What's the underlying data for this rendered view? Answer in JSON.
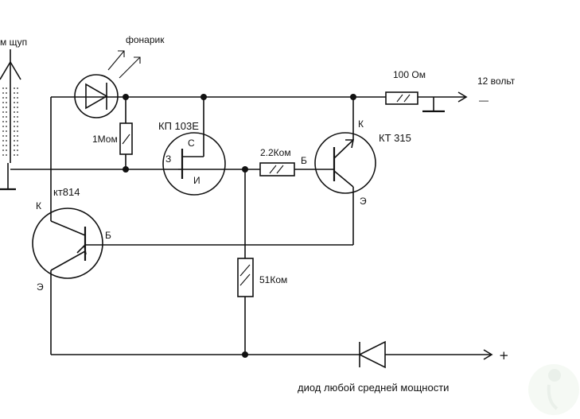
{
  "labels": {
    "probe": "м щуп",
    "flashlight": "фонарик",
    "r_1m": "1Мом",
    "fet": "КП 103Е",
    "fet_drain": "С",
    "fet_gate": "З",
    "fet_source": "И",
    "r_2_2k": "2.2Ком",
    "npn": "КТ 315",
    "npn_collector": "К",
    "npn_base": "Б",
    "npn_emitter": "Э",
    "r_100": "100 Ом",
    "supply": "12 вольт",
    "minus": "—",
    "pnp": "кт814",
    "pnp_collector": "К",
    "pnp_base": "Б",
    "pnp_emitter": "Э",
    "r_51k": "51Ком",
    "plus": "+",
    "diode_note": "диод любой средней мощности"
  }
}
